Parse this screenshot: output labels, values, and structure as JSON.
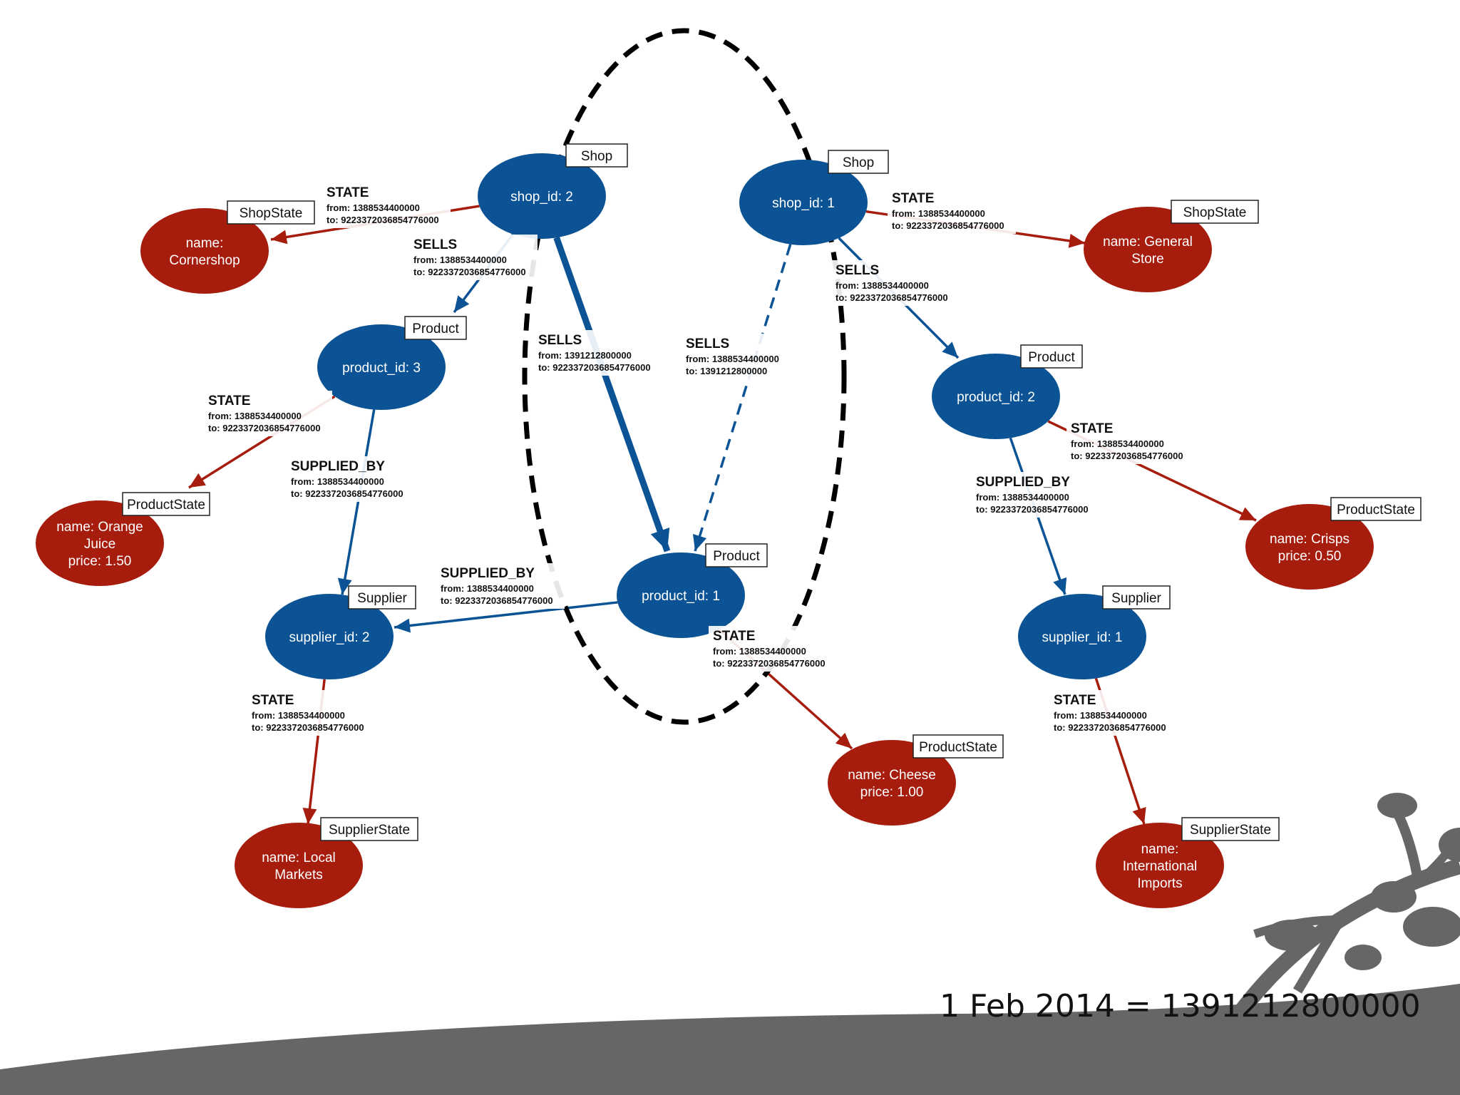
{
  "colors": {
    "entity_node": "#0b5394",
    "state_node": "#a61c0d",
    "entity_edge": "#0b5394",
    "state_edge": "#a61c0d",
    "highlight_outline": "#000000",
    "footer_shape": "#666666"
  },
  "nodes": [
    {
      "id": "shop2",
      "kind": "entity",
      "tag": "Shop",
      "lines": [
        "shop_id: 2"
      ]
    },
    {
      "id": "shop1",
      "kind": "entity",
      "tag": "Shop",
      "lines": [
        "shop_id: 1"
      ]
    },
    {
      "id": "prod3",
      "kind": "entity",
      "tag": "Product",
      "lines": [
        "product_id: 3"
      ]
    },
    {
      "id": "prod2",
      "kind": "entity",
      "tag": "Product",
      "lines": [
        "product_id: 2"
      ]
    },
    {
      "id": "prod1",
      "kind": "entity",
      "tag": "Product",
      "lines": [
        "product_id: 1"
      ]
    },
    {
      "id": "sup2",
      "kind": "entity",
      "tag": "Supplier",
      "lines": [
        "supplier_id: 2"
      ]
    },
    {
      "id": "sup1",
      "kind": "entity",
      "tag": "Supplier",
      "lines": [
        "supplier_id: 1"
      ]
    },
    {
      "id": "ss_corner",
      "kind": "state",
      "tag": "ShopState",
      "lines": [
        "name:",
        "Cornershop"
      ]
    },
    {
      "id": "ss_general",
      "kind": "state",
      "tag": "ShopState",
      "lines": [
        "name: General",
        "Store"
      ]
    },
    {
      "id": "ps_oj",
      "kind": "state",
      "tag": "ProductState",
      "lines": [
        "name: Orange",
        "Juice",
        "price: 1.50"
      ]
    },
    {
      "id": "ps_crisps",
      "kind": "state",
      "tag": "ProductState",
      "lines": [
        "name: Crisps",
        "price: 0.50"
      ]
    },
    {
      "id": "ps_cheese",
      "kind": "state",
      "tag": "ProductState",
      "lines": [
        "name: Cheese",
        "price: 1.00"
      ]
    },
    {
      "id": "sps_local",
      "kind": "state",
      "tag": "SupplierState",
      "lines": [
        "name: Local",
        "Markets"
      ]
    },
    {
      "id": "sps_intl",
      "kind": "state",
      "tag": "SupplierState",
      "lines": [
        "name:",
        "International",
        "Imports"
      ]
    }
  ],
  "edges": [
    {
      "id": "e1",
      "from": "shop2",
      "to": "ss_corner",
      "kind": "state",
      "type": "STATE",
      "props": [
        "from: 1388534400000",
        "to: 9223372036854776000"
      ]
    },
    {
      "id": "e2",
      "from": "shop2",
      "to": "prod3",
      "kind": "entity",
      "type": "SELLS",
      "props": [
        "from: 1388534400000",
        "to: 9223372036854776000"
      ]
    },
    {
      "id": "e3",
      "from": "shop2",
      "to": "prod1",
      "kind": "entity",
      "emphasis": "thick",
      "type": "SELLS",
      "props": [
        "from: 1391212800000",
        "to: 9223372036854776000"
      ]
    },
    {
      "id": "e4",
      "from": "shop1",
      "to": "prod1",
      "kind": "entity",
      "emphasis": "dashed",
      "type": "SELLS",
      "props": [
        "from: 1388534400000",
        "to: 1391212800000"
      ]
    },
    {
      "id": "e5",
      "from": "shop1",
      "to": "ss_general",
      "kind": "state",
      "type": "STATE",
      "props": [
        "from: 1388534400000",
        "to: 9223372036854776000"
      ]
    },
    {
      "id": "e6",
      "from": "shop1",
      "to": "prod2",
      "kind": "entity",
      "type": "SELLS",
      "props": [
        "from: 1388534400000",
        "to: 9223372036854776000"
      ]
    },
    {
      "id": "e7",
      "from": "prod3",
      "to": "ps_oj",
      "kind": "state",
      "type": "STATE",
      "props": [
        "from: 1388534400000",
        "to: 9223372036854776000"
      ]
    },
    {
      "id": "e8",
      "from": "prod3",
      "to": "sup2",
      "kind": "entity",
      "type": "SUPPLIED_BY",
      "props": [
        "from: 1388534400000",
        "to: 9223372036854776000"
      ]
    },
    {
      "id": "e9",
      "from": "prod1",
      "to": "sup2",
      "kind": "entity",
      "type": "SUPPLIED_BY",
      "props": [
        "from: 1388534400000",
        "to: 9223372036854776000"
      ]
    },
    {
      "id": "e10",
      "from": "prod1",
      "to": "ps_cheese",
      "kind": "state",
      "type": "STATE",
      "props": [
        "from: 1388534400000",
        "to: 9223372036854776000"
      ]
    },
    {
      "id": "e11",
      "from": "prod2",
      "to": "ps_crisps",
      "kind": "state",
      "type": "STATE",
      "props": [
        "from: 1388534400000",
        "to: 9223372036854776000"
      ]
    },
    {
      "id": "e12",
      "from": "prod2",
      "to": "sup1",
      "kind": "entity",
      "type": "SUPPLIED_BY",
      "props": [
        "from: 1388534400000",
        "to: 9223372036854776000"
      ]
    },
    {
      "id": "e13",
      "from": "sup2",
      "to": "sps_local",
      "kind": "state",
      "type": "STATE",
      "props": [
        "from: 1388534400000",
        "to: 9223372036854776000"
      ]
    },
    {
      "id": "e14",
      "from": "sup1",
      "to": "sps_intl",
      "kind": "state",
      "type": "STATE",
      "props": [
        "from: 1388534400000",
        "to: 9223372036854776000"
      ]
    }
  ],
  "footnote": "1 Feb 2014 = 1391212800000"
}
